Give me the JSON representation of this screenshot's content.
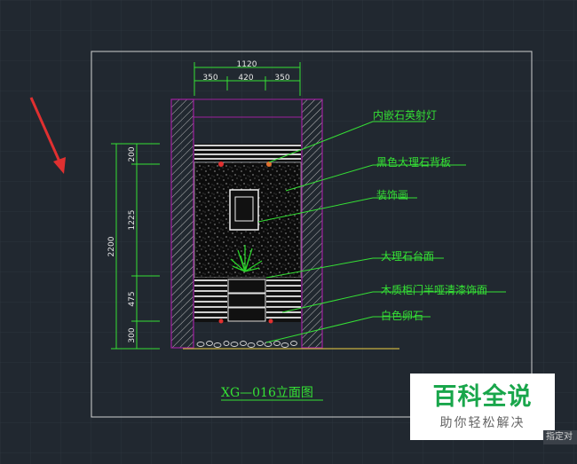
{
  "drawing": {
    "dimensions": {
      "top_total": "1120",
      "top_parts": [
        "350",
        "420",
        "350"
      ],
      "left_total": "2200",
      "left_parts": [
        "200",
        "1225",
        "475",
        "300"
      ]
    },
    "labels": [
      "内嵌石英射灯",
      "黑色大理石背板",
      "装饰画",
      "大理石台面",
      "木质柜门半哑清漆饰面",
      "白色卵石"
    ],
    "title": "XG—016立面图"
  },
  "watermark": {
    "main": "百科全说",
    "sub": "助你轻松解决"
  },
  "status": {
    "text": "指定对"
  },
  "colors": {
    "background": "#212830",
    "grid": "#2c343d",
    "frame": "#d0d0d0",
    "wall": "#a020a0",
    "leader": "#35e035",
    "arrow": "#e03030"
  }
}
